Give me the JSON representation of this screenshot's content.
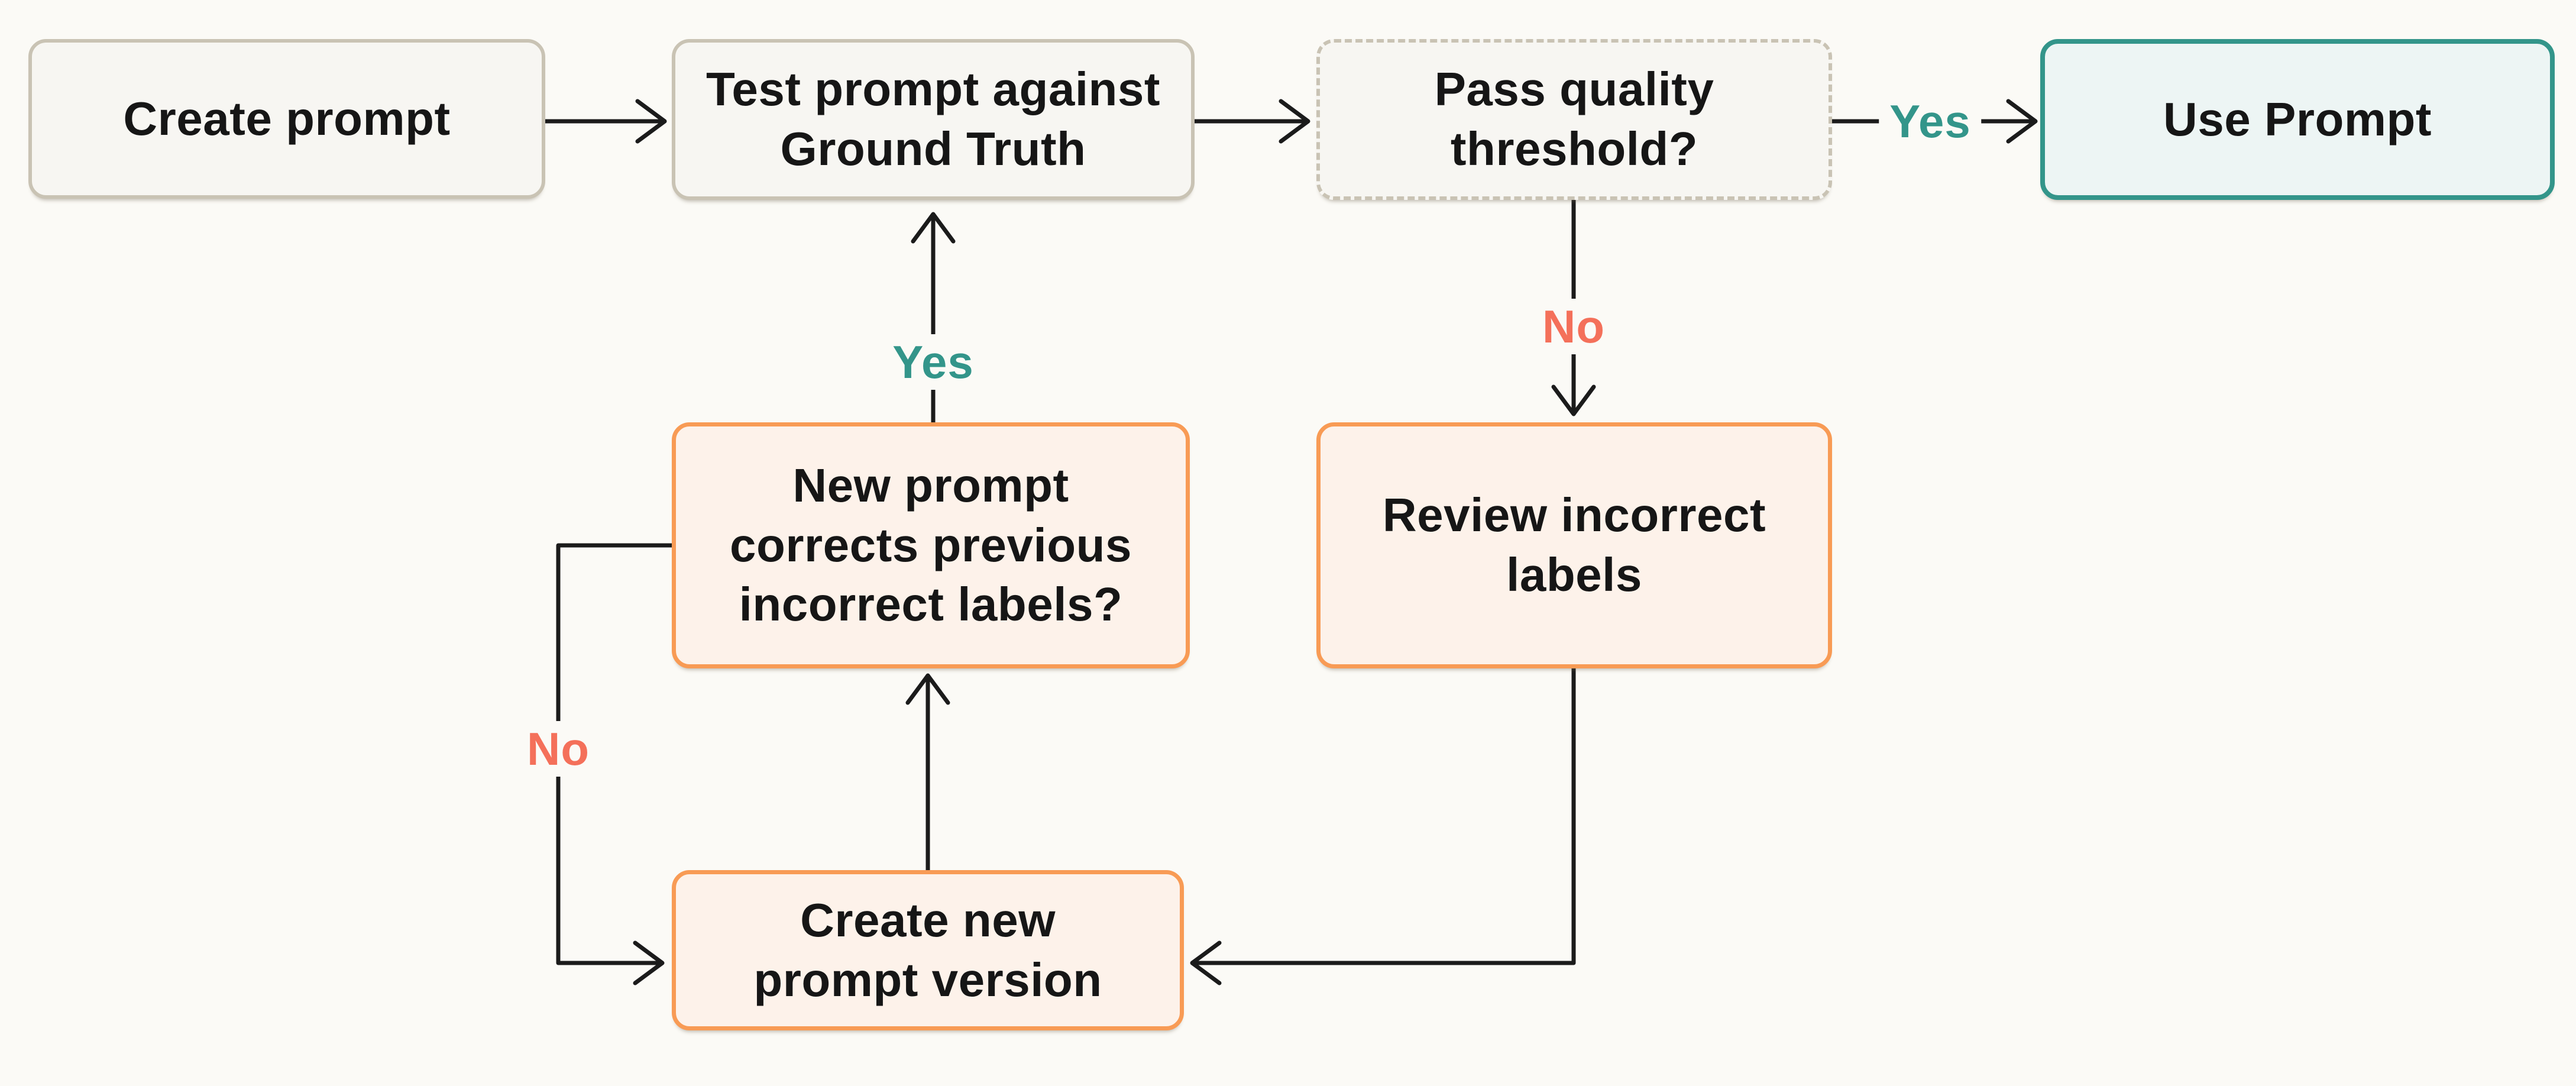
{
  "diagram": {
    "nodes": {
      "create_prompt": {
        "label": "Create prompt",
        "style": "neutral"
      },
      "test_prompt": {
        "label": [
          "Test prompt against",
          "Ground Truth"
        ],
        "style": "neutral"
      },
      "pass_quality": {
        "label": [
          "Pass quality",
          "threshold?"
        ],
        "style": "dashed-decision"
      },
      "use_prompt": {
        "label": "Use Prompt",
        "style": "teal"
      },
      "new_prompt_corrects": {
        "label": [
          "New prompt",
          "corrects previous",
          "incorrect labels?"
        ],
        "style": "orange"
      },
      "review_incorrect": {
        "label": [
          "Review incorrect",
          "labels"
        ],
        "style": "orange"
      },
      "create_new_version": {
        "label": [
          "Create new",
          "prompt version"
        ],
        "style": "orange"
      }
    },
    "edges": [
      {
        "from": "create_prompt",
        "to": "test_prompt",
        "label": ""
      },
      {
        "from": "test_prompt",
        "to": "pass_quality",
        "label": ""
      },
      {
        "from": "pass_quality",
        "to": "use_prompt",
        "label": "Yes"
      },
      {
        "from": "pass_quality",
        "to": "review_incorrect",
        "label": "No"
      },
      {
        "from": "review_incorrect",
        "to": "create_new_version",
        "label": ""
      },
      {
        "from": "create_new_version",
        "to": "new_prompt_corrects",
        "label": ""
      },
      {
        "from": "new_prompt_corrects",
        "to": "test_prompt",
        "label": "Yes"
      },
      {
        "from": "new_prompt_corrects",
        "to": "create_new_version",
        "label": "No"
      }
    ],
    "colors": {
      "background": "#FBFAF6",
      "node_fill_neutral": "#F7F6F2",
      "node_border_neutral": "#C9C3B4",
      "node_fill_peach": "#FDF2EA",
      "node_border_orange": "#F89B55",
      "node_fill_teal": "#EDF5F4",
      "node_border_teal": "#33958A",
      "yes_label": "#33958A",
      "no_label": "#F4705A",
      "line": "#1B1B1B",
      "text": "#161616"
    }
  }
}
